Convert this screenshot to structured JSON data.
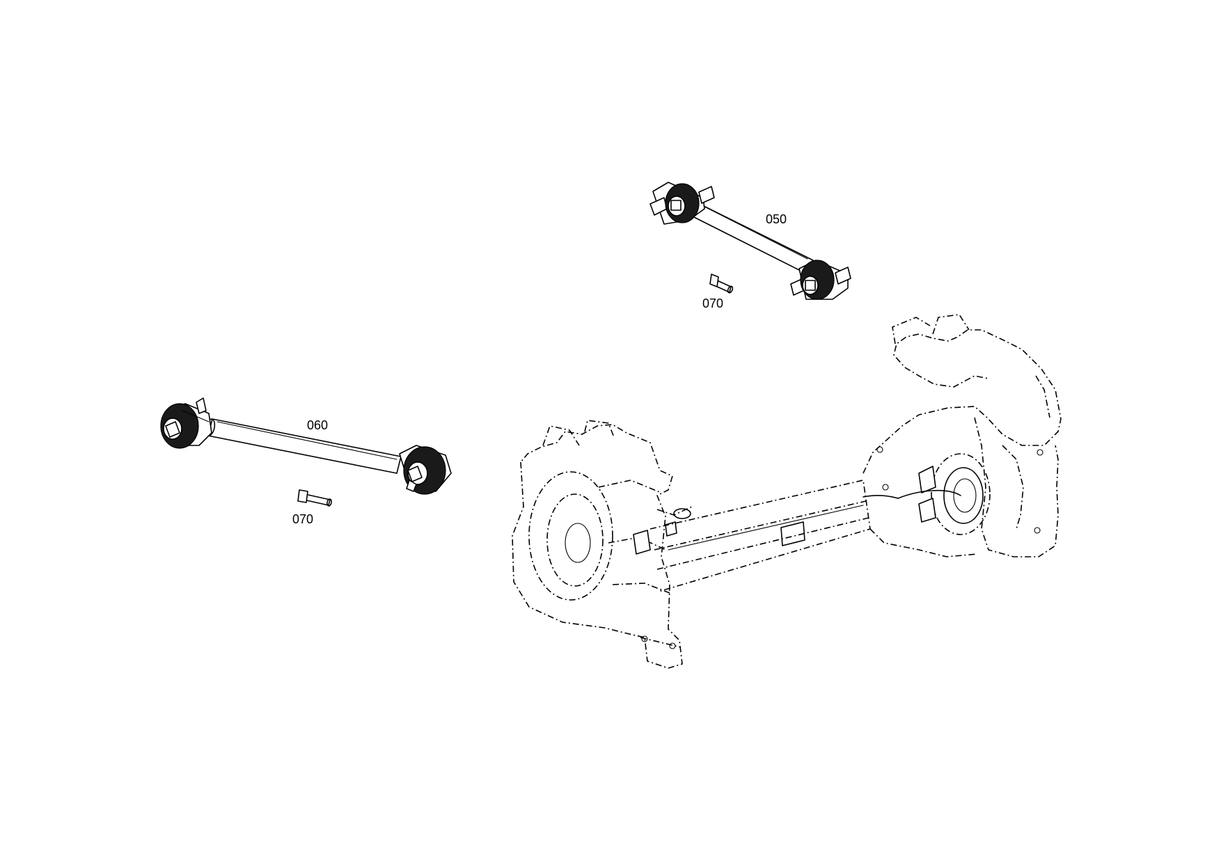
{
  "callouts": {
    "rod_upper": "050",
    "rod_lower": "060",
    "bolt_upper": "070",
    "bolt_lower": "070"
  },
  "colors": {
    "line": "#000000",
    "background": "#ffffff"
  }
}
